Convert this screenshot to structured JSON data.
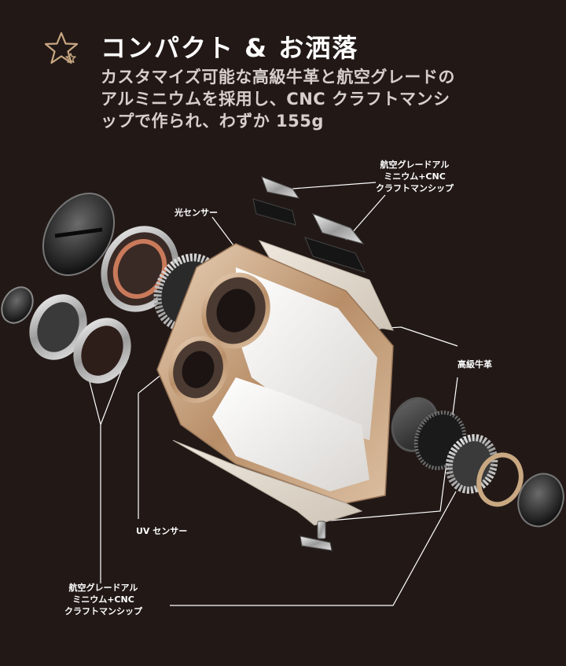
{
  "header": {
    "title": "コンパクト & お洒落",
    "description_lines": [
      "カスタマイズ可能な高級牛革と航空グレードの",
      "アルミニウムを採用し、CNC クラフトマンシ",
      "ップで作られ、わずか 155g"
    ],
    "icon": "star-icon"
  },
  "callouts": {
    "aluminum_top": [
      "航空グレードアル",
      "ミニウム+CNC",
      "クラフトマンシップ"
    ],
    "light_sensor": "光センサー",
    "leather": "高級牛革",
    "uv_sensor": "UV センサー",
    "aluminum_bottom": [
      "航空グレードアル",
      "ミニウム+CNC",
      "クラフトマンシップ"
    ]
  },
  "colors": {
    "background": "#221917",
    "accent_gold": "#c9a882",
    "leather": "#e4ddd2",
    "body_white": "#f4f2ef"
  }
}
